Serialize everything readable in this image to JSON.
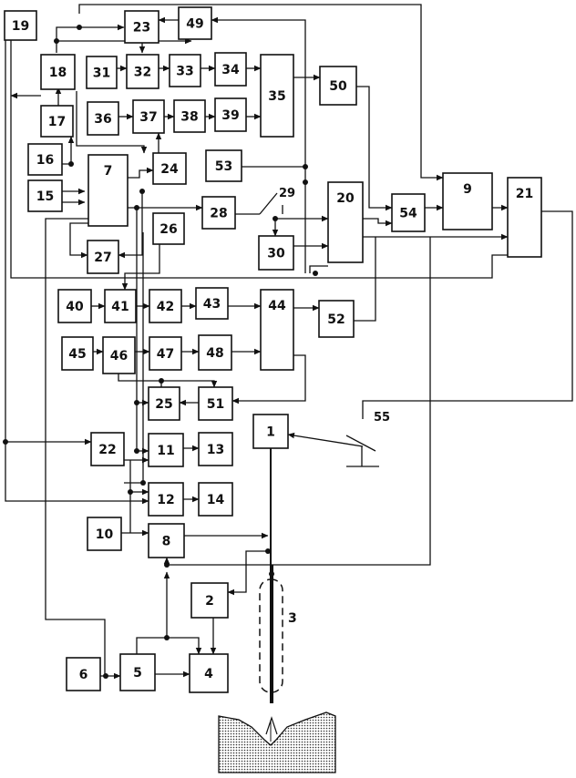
{
  "blocks": [
    {
      "id": "b1",
      "label": "1"
    },
    {
      "id": "b2",
      "label": "2"
    },
    {
      "id": "b4",
      "label": "4"
    },
    {
      "id": "b5",
      "label": "5"
    },
    {
      "id": "b6",
      "label": "6"
    },
    {
      "id": "b7",
      "label": "7"
    },
    {
      "id": "b8",
      "label": "8"
    },
    {
      "id": "b9",
      "label": "9"
    },
    {
      "id": "b10",
      "label": "10"
    },
    {
      "id": "b11",
      "label": "11"
    },
    {
      "id": "b12",
      "label": "12"
    },
    {
      "id": "b13",
      "label": "13"
    },
    {
      "id": "b14",
      "label": "14"
    },
    {
      "id": "b15",
      "label": "15"
    },
    {
      "id": "b16",
      "label": "16"
    },
    {
      "id": "b17",
      "label": "17"
    },
    {
      "id": "b18",
      "label": "18"
    },
    {
      "id": "b19",
      "label": "19"
    },
    {
      "id": "b20",
      "label": "20"
    },
    {
      "id": "b21",
      "label": "21"
    },
    {
      "id": "b22",
      "label": "22"
    },
    {
      "id": "b23",
      "label": "23"
    },
    {
      "id": "b24",
      "label": "24"
    },
    {
      "id": "b25",
      "label": "25"
    },
    {
      "id": "b26",
      "label": "26"
    },
    {
      "id": "b27",
      "label": "27"
    },
    {
      "id": "b28",
      "label": "28"
    },
    {
      "id": "b30",
      "label": "30"
    },
    {
      "id": "b31",
      "label": "31"
    },
    {
      "id": "b32",
      "label": "32"
    },
    {
      "id": "b33",
      "label": "33"
    },
    {
      "id": "b34",
      "label": "34"
    },
    {
      "id": "b35",
      "label": "35"
    },
    {
      "id": "b36",
      "label": "36"
    },
    {
      "id": "b37",
      "label": "37"
    },
    {
      "id": "b38",
      "label": "38"
    },
    {
      "id": "b39",
      "label": "39"
    },
    {
      "id": "b40",
      "label": "40"
    },
    {
      "id": "b41",
      "label": "41"
    },
    {
      "id": "b42",
      "label": "42"
    },
    {
      "id": "b43",
      "label": "43"
    },
    {
      "id": "b44",
      "label": "44"
    },
    {
      "id": "b45",
      "label": "45"
    },
    {
      "id": "b46",
      "label": "46"
    },
    {
      "id": "b47",
      "label": "47"
    },
    {
      "id": "b48",
      "label": "48"
    },
    {
      "id": "b49",
      "label": "49"
    },
    {
      "id": "b50",
      "label": "50"
    },
    {
      "id": "b51",
      "label": "51"
    },
    {
      "id": "b52",
      "label": "52"
    },
    {
      "id": "b53",
      "label": "53"
    },
    {
      "id": "b54",
      "label": "54"
    }
  ],
  "free_labels": {
    "switch_29": "29",
    "electrode_3": "3",
    "switch_55": "55"
  }
}
